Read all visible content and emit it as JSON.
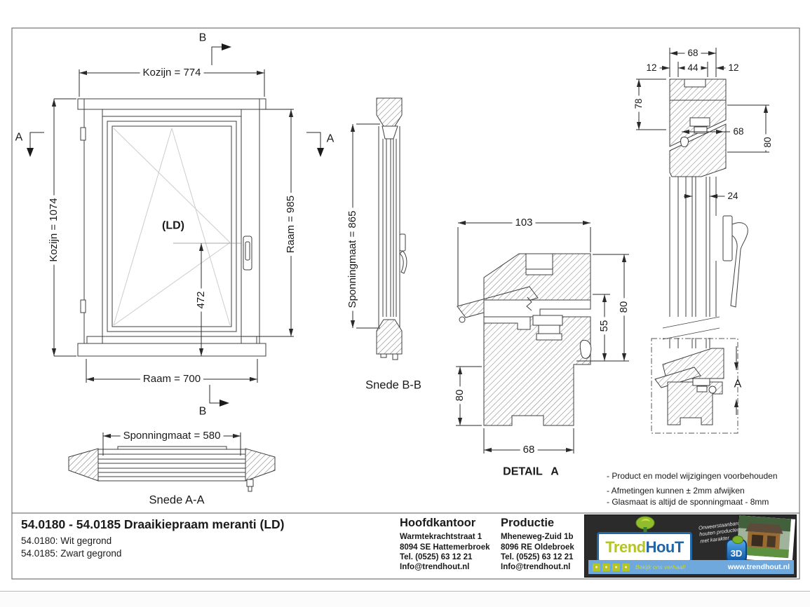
{
  "front_view": {
    "label_glass": "(LD)",
    "dim_frame_width": "Kozijn = 774",
    "dim_frame_height": "Kozijn = 1074",
    "dim_sash_height": "Raam = 985",
    "dim_sash_width": "Raam = 700",
    "dim_handle_height": "472",
    "marker_b_top": "B",
    "marker_b_bottom": "B",
    "marker_a_left": "A",
    "marker_a_right": "A"
  },
  "section_aa": {
    "dim_rebate": "Sponningmaat = 580",
    "label": "Snede A-A"
  },
  "section_bb": {
    "dim_rebate": "Sponningmaat = 865",
    "label": "Snede B-B"
  },
  "detail_a": {
    "label": "DETAIL A",
    "dim_width_top": "103",
    "dim_height_right": "80",
    "dim_height_mid": "55",
    "dim_height_left": "80",
    "dim_width_bottom": "68"
  },
  "right_section": {
    "dim_depth_top": "68",
    "dim_offset_left": "12",
    "dim_center": "44",
    "dim_offset_right": "12",
    "dim_head_height": "78",
    "dim_sash_depth": "68",
    "dim_head_total": "80",
    "dim_glass": "24",
    "marker_a": "A"
  },
  "notes": [
    "- Product en model wijzigingen voorbehouden",
    "- Afmetingen kunnen ± 2mm afwijken",
    "- Glasmaat is altijd de sponningmaat - 8mm"
  ],
  "title_block": {
    "title": "54.0180 - 54.0185 Draaikiepraam meranti (LD)",
    "variant_1": "54.0180: Wit gegrond",
    "variant_2": "54.0185: Zwart gegrond",
    "hoofdkantoor": {
      "heading": "Hoofdkantoor",
      "line_1": "Warmtekrachtstraat 1",
      "line_2": "8094 SE Hattemerbroek",
      "line_3": "Tel. (0525) 63 12 21",
      "line_4": "Info@trendhout.nl"
    },
    "productie": {
      "heading": "Productie",
      "line_1": "Mheneweg-Zuid 1b",
      "line_2": "8096 RE Oldebroek",
      "line_3": "Tel. (0525) 63 12 21",
      "line_4": "Info@trendhout.nl"
    }
  },
  "logo_panel": {
    "brand_part_1": "Trend",
    "brand_part_2": "HouT",
    "tagline": "Onweerstaanbare\nhouten producten\nmet karakter",
    "badge_3d": "3D",
    "cta": "Bekijk ons verhaal!",
    "website": "www.trendhout.nl",
    "colors": {
      "panel_bg": "#2b2b2b",
      "bar_blue": "#6fa8dc",
      "brand_green": "#b5c525",
      "brand_blue": "#2166a5"
    }
  }
}
